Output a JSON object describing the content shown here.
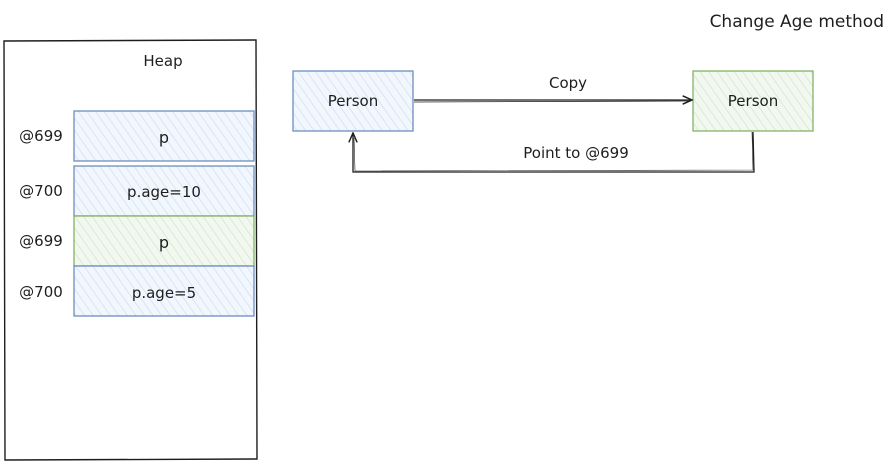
{
  "title": "Change Age method",
  "heap": {
    "title": "Heap",
    "cells": [
      {
        "address": "@699",
        "value": "p",
        "color": "blue"
      },
      {
        "address": "@700",
        "value": "p.age=10",
        "color": "blue"
      },
      {
        "address": "@699",
        "value": "p",
        "color": "green"
      },
      {
        "address": "@700",
        "value": "p.age=5",
        "color": "blue"
      }
    ]
  },
  "flow": {
    "left_node": "Person",
    "right_node": "Person",
    "copy_label": "Copy",
    "point_label": "Point to @699"
  },
  "colors": {
    "blue_stroke": "#6c8ebf",
    "blue_fill": "#dae8fc",
    "green_stroke": "#82b366",
    "green_fill": "#d5e8d4",
    "line": "#1e1e1e"
  }
}
